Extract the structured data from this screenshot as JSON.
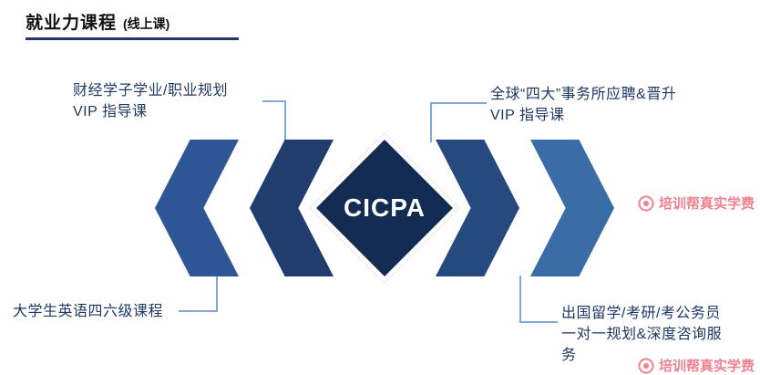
{
  "header": {
    "title": "就业力课程",
    "subtitle": "(线上课)"
  },
  "labels": {
    "top_left": {
      "line1": "财经学子学业/职业规划",
      "line2": "VIP 指导课"
    },
    "top_right": {
      "line1": "全球“四大”事务所应聘&晋升",
      "line2": "VIP 指导课"
    },
    "bottom_left": {
      "line1": "大学生英语四六级课程"
    },
    "bottom_right": {
      "line1": "出国留学/考研/考公务员",
      "line2": "一对一规划&深度咨询服",
      "line3": "务"
    }
  },
  "center": {
    "label": "CICPA"
  },
  "watermark": {
    "text": "培训帮真实学费"
  },
  "colors": {
    "title_underline": "#1f3864",
    "label_text": "#1f3864",
    "connector": "#7fa8d9",
    "chevron_left_outer": "#2e5596",
    "chevron_left_inner": "#203d6e",
    "diamond": "#142c54",
    "chevron_right_inner": "#264a80",
    "chevron_right_outer": "#3a6ca6",
    "watermark": "#ef7c8b"
  }
}
